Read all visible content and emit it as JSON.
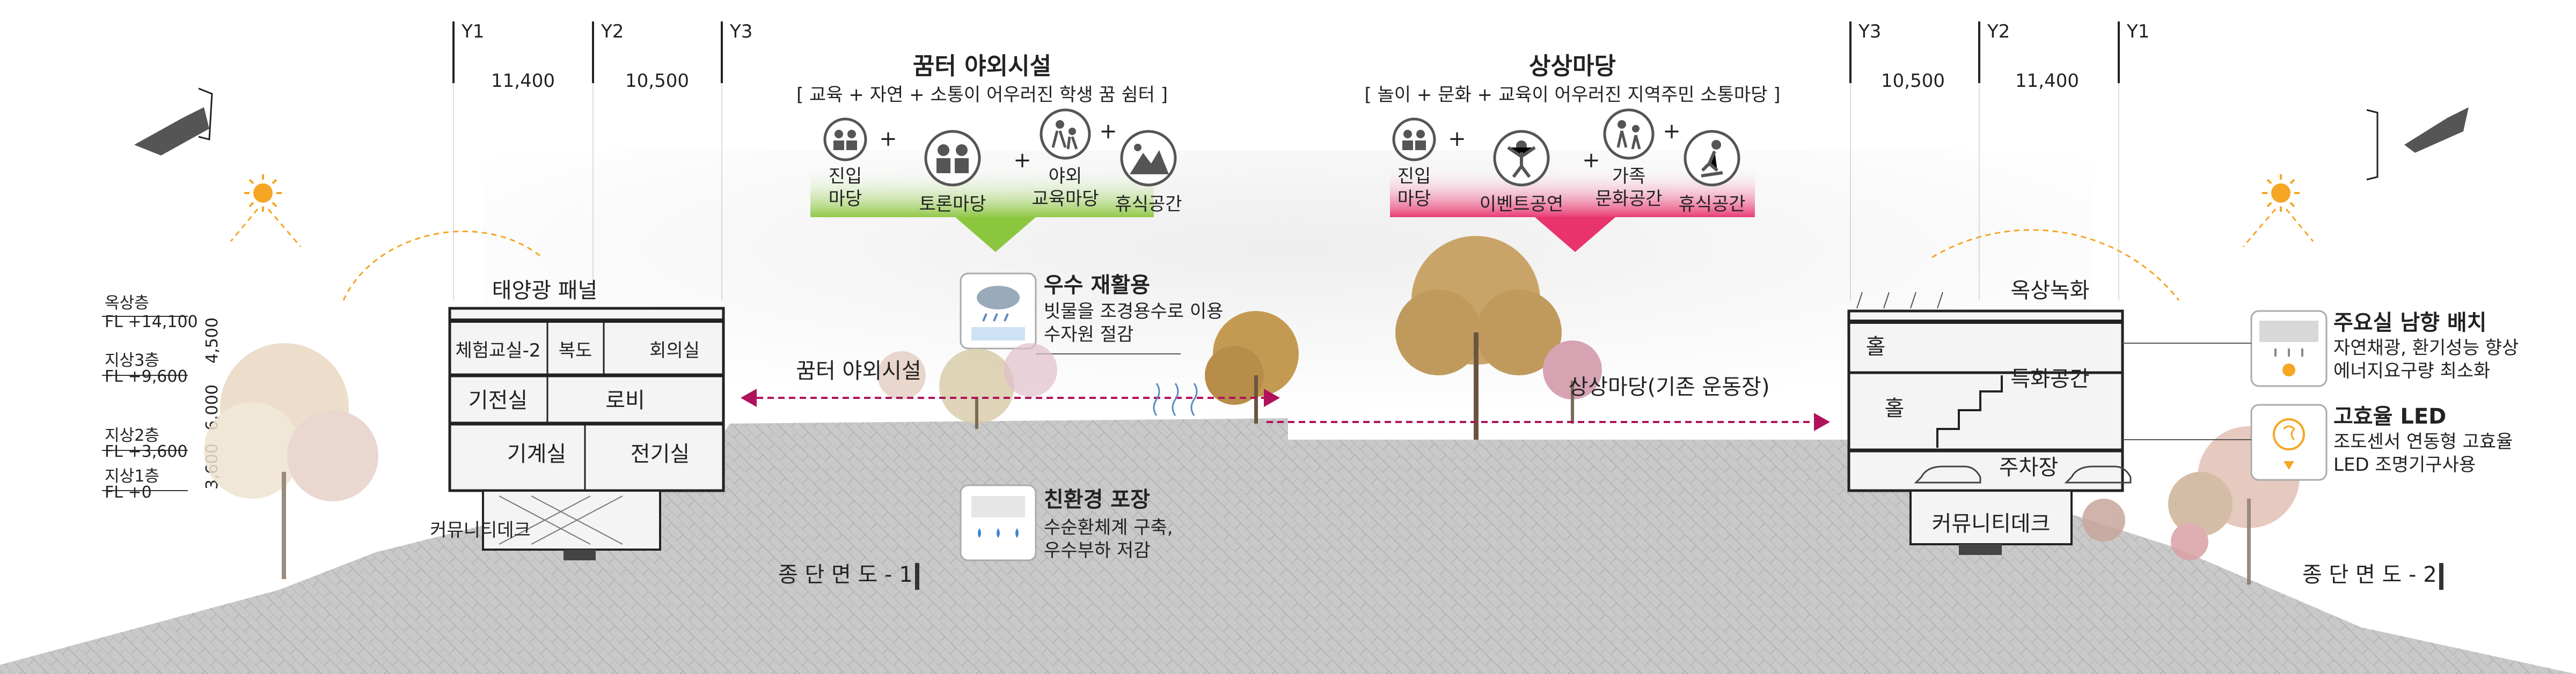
{
  "grid": {
    "left": {
      "y1": "Y1",
      "y2": "Y2",
      "y3": "Y3",
      "span1": "11,400",
      "span2": "10,500"
    },
    "right": {
      "y3": "Y3",
      "y2": "Y2",
      "y1": "Y1",
      "span1": "10,500",
      "span2": "11,400"
    }
  },
  "left_program": {
    "title": "꿈터 야외시설",
    "subtitle": "[ 교육 + 자연 + 소통이 어우러진 학생 꿈 쉼터 ]",
    "items": [
      {
        "line1": "진입",
        "line2": "마당",
        "icon": "people-pair-icon"
      },
      {
        "line1": "토론마당",
        "line2": "",
        "icon": "discussion-icon"
      },
      {
        "line1": "야외",
        "line2": "교육마당",
        "icon": "outdoor-education-icon"
      },
      {
        "line1": "휴식공간",
        "line2": "",
        "icon": "mountain-rest-icon"
      }
    ],
    "plus": "+"
  },
  "right_program": {
    "title": "상상마당",
    "subtitle": "[ 놀이 + 문화 + 교육이 어우러진 지역주민 소통마당 ]",
    "items": [
      {
        "line1": "진입",
        "line2": "마당",
        "icon": "people-pair-icon"
      },
      {
        "line1": "이벤트공연",
        "line2": "",
        "icon": "event-performance-icon"
      },
      {
        "line1": "가족",
        "line2": "문화공간",
        "icon": "family-culture-icon"
      },
      {
        "line1": "휴식공간",
        "line2": "",
        "icon": "skateboard-rest-icon"
      }
    ],
    "plus": "+"
  },
  "levels": [
    {
      "name": "옥상층",
      "fl": "FL +14,100"
    },
    {
      "name": "지상3층",
      "fl": "FL +9,600"
    },
    {
      "name": "지상2층",
      "fl": "FL +3,600"
    },
    {
      "name": "지상1층",
      "fl": "FL +0"
    }
  ],
  "heights": [
    "4,500",
    "6,000",
    "3,600"
  ],
  "left_building": {
    "roof_label": "태양광 패널",
    "rooms_top": [
      "체험교실-2",
      "복도",
      "회의실"
    ],
    "rooms_mid": [
      "기전실",
      "로비"
    ],
    "rooms_low": [
      "기계실",
      "전기실"
    ],
    "deck": "커뮤니티데크"
  },
  "right_building": {
    "roof_label": "옥상녹화",
    "hall_top": "홀",
    "hall_mid": "홀",
    "special": "특화공간",
    "parking": "주차장",
    "deck": "커뮤니티데크"
  },
  "callouts": {
    "rainwater": {
      "title": "우수 재활용",
      "line1": "빗물을 조경용수로 이용",
      "line2": "수자원 절감",
      "icon": "rain-cloud-icon"
    },
    "paving": {
      "title": "친환경 포장",
      "line1": "수순환체계 구축,",
      "line2": "우수부하 저감",
      "icon": "permeable-paving-icon"
    },
    "south": {
      "title": "주요실 남향 배치",
      "line1": "자연채광, 환기성능 향상",
      "line2": "에너지요구량 최소화",
      "icon": "south-orientation-icon"
    },
    "led": {
      "title": "고효율 LED",
      "line1": "조도센서 연동형 고효율",
      "line2": "LED 조명기구사용",
      "icon": "led-bulb-icon"
    }
  },
  "zones": {
    "left": "꿈터 야외시설",
    "right": "상상마당(기존 운동장)"
  },
  "section_labels": {
    "s1": "종 단 면 도 - 1",
    "s2": "종 단 면 도 - 2"
  },
  "colors": {
    "sun": "#f5a623",
    "accent_magenta": "#b0125b",
    "left_gradient": "#8cc63f",
    "right_gradient": "#e8336d",
    "ground": "#c7c7c7"
  }
}
